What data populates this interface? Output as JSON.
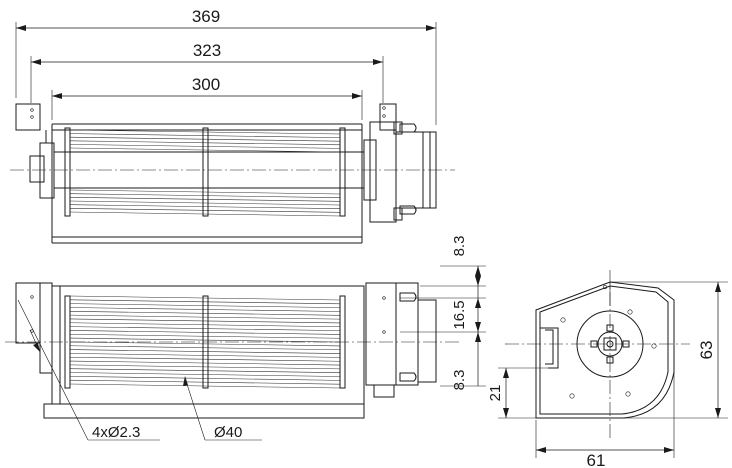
{
  "dimensions": {
    "overall_length": "369",
    "mount_spacing": "323",
    "impeller_length": "300",
    "offset_top": "8.3",
    "hole_spacing": "16.5",
    "offset_bottom": "8.3",
    "outlet_height": "21",
    "housing_height": "63",
    "housing_width": "61",
    "mounting_holes": "4xØ2.3",
    "impeller_diameter": "Ø40"
  }
}
